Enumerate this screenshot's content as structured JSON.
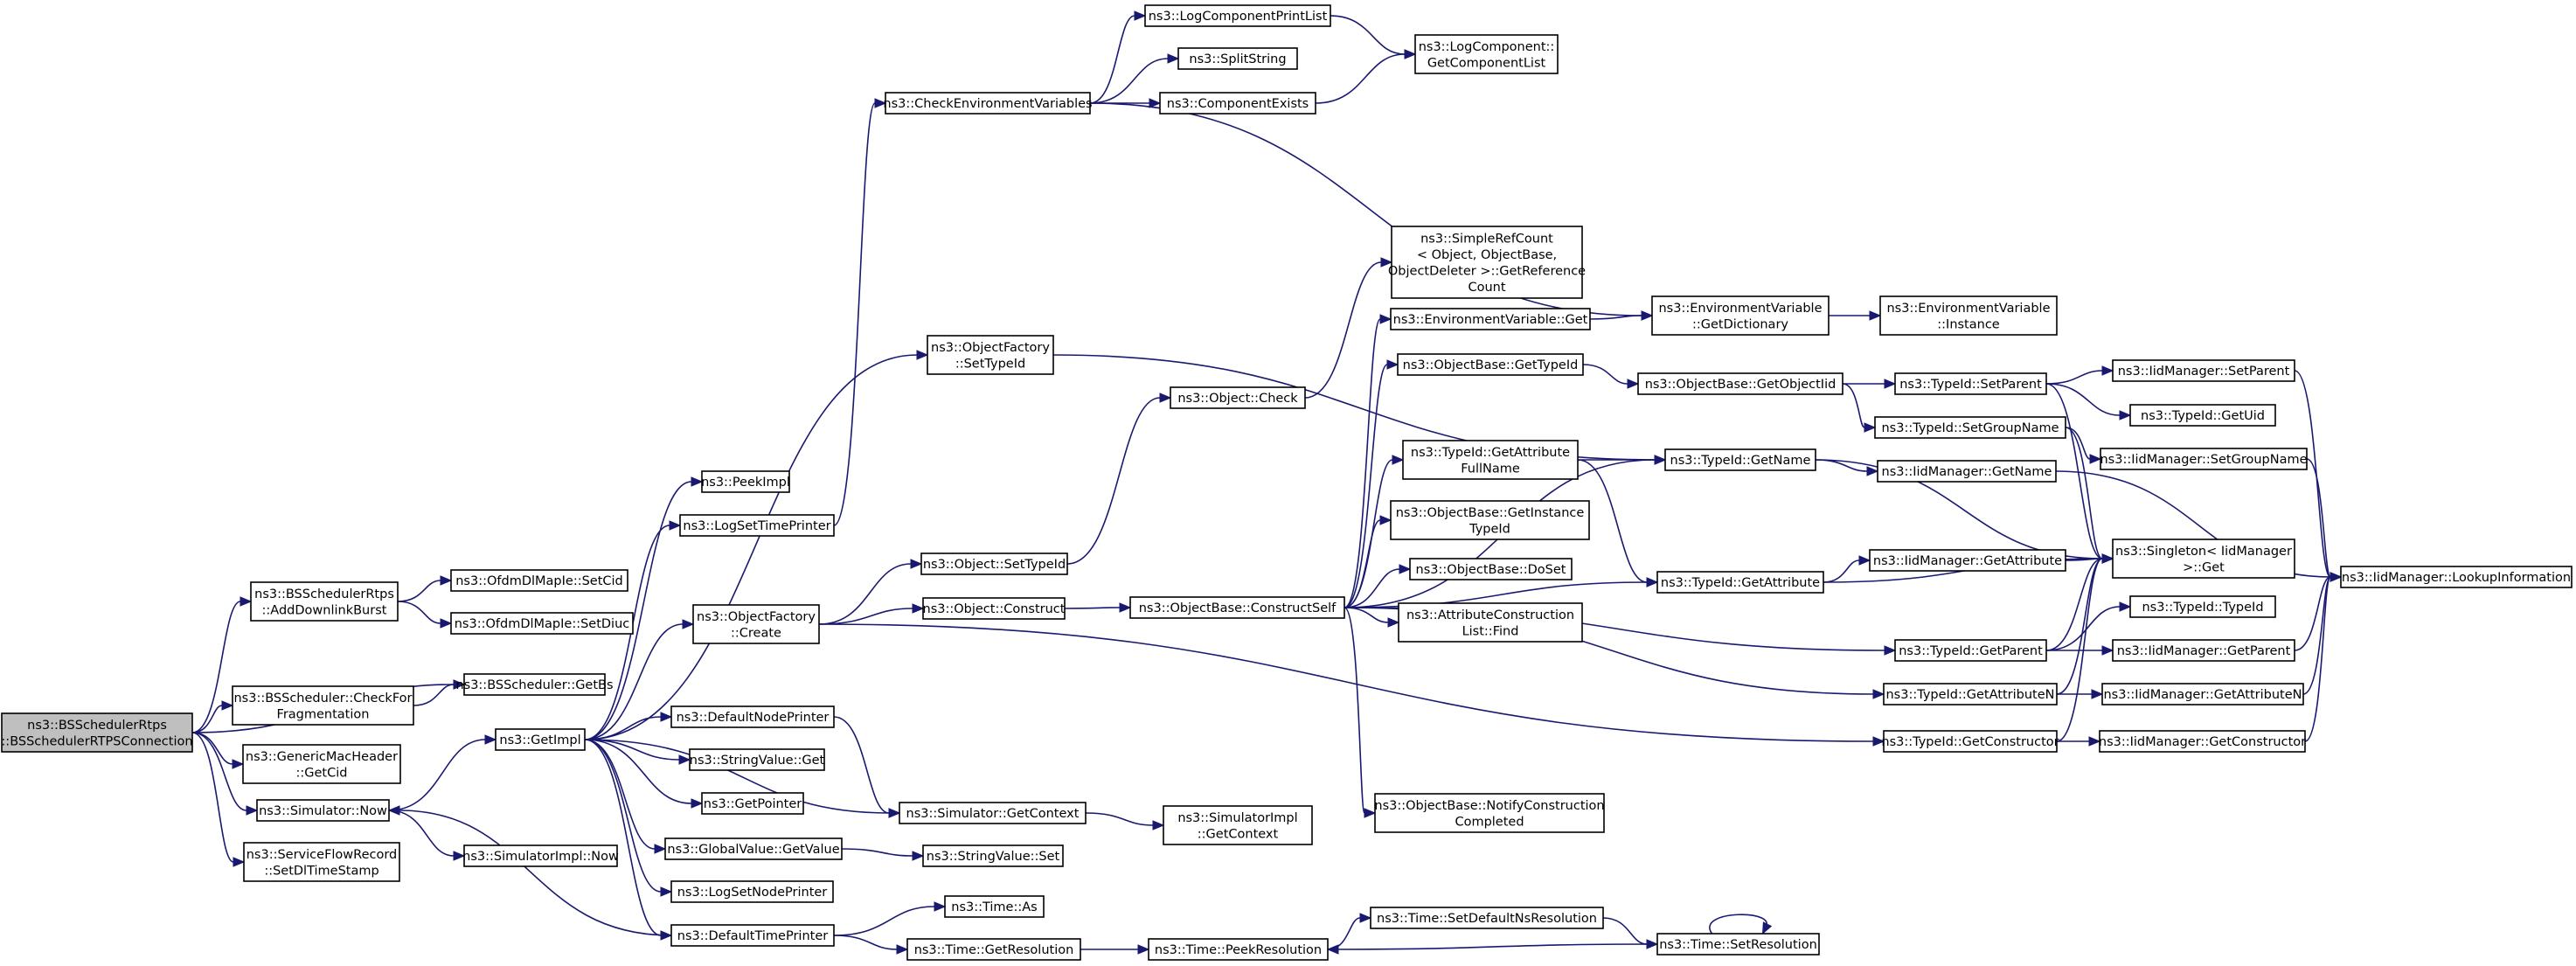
{
  "diagram": {
    "nodes": [
      {
        "id": "root",
        "lines": [
          "ns3::BSSchedulerRtps",
          "::BSSchedulerRTPSConnection"
        ],
        "root": true
      },
      {
        "id": "adl",
        "lines": [
          "ns3::BSSchedulerRtps",
          "::AddDownlinkBurst"
        ]
      },
      {
        "id": "setcid",
        "lines": [
          "ns3::OfdmDlMapIe::SetCid"
        ]
      },
      {
        "id": "setdiuc",
        "lines": [
          "ns3::OfdmDlMapIe::SetDiuc"
        ]
      },
      {
        "id": "getbs",
        "lines": [
          "ns3::BSScheduler::GetBs"
        ]
      },
      {
        "id": "checkfrag",
        "lines": [
          "ns3::BSScheduler::CheckFor",
          "Fragmentation"
        ]
      },
      {
        "id": "gmhgetcid",
        "lines": [
          "ns3::GenericMacHeader",
          "::GetCid"
        ]
      },
      {
        "id": "simnow",
        "lines": [
          "ns3::Simulator::Now"
        ]
      },
      {
        "id": "sfr",
        "lines": [
          "ns3::ServiceFlowRecord",
          "::SetDlTimeStamp"
        ]
      },
      {
        "id": "getimpl",
        "lines": [
          "ns3::GetImpl"
        ]
      },
      {
        "id": "simimplnow",
        "lines": [
          "ns3::SimulatorImpl::Now"
        ]
      },
      {
        "id": "peekimpl",
        "lines": [
          "ns3::PeekImpl"
        ]
      },
      {
        "id": "logsettimeprinter",
        "lines": [
          "ns3::LogSetTimePrinter"
        ]
      },
      {
        "id": "ofcreate",
        "lines": [
          "ns3::ObjectFactory",
          "::Create"
        ]
      },
      {
        "id": "defaultnodeprinter",
        "lines": [
          "ns3::DefaultNodePrinter"
        ]
      },
      {
        "id": "stringvalueget",
        "lines": [
          "ns3::StringValue::Get"
        ]
      },
      {
        "id": "getpointer",
        "lines": [
          "ns3::GetPointer"
        ]
      },
      {
        "id": "globalvalueget",
        "lines": [
          "ns3::GlobalValue::GetValue"
        ]
      },
      {
        "id": "logsetnodeprinter",
        "lines": [
          "ns3::LogSetNodePrinter"
        ]
      },
      {
        "id": "defaulttimeprinter",
        "lines": [
          "ns3::DefaultTimePrinter"
        ]
      },
      {
        "id": "checkenv",
        "lines": [
          "ns3::CheckEnvironmentVariables"
        ]
      },
      {
        "id": "ofsettypeid",
        "lines": [
          "ns3::ObjectFactory",
          "::SetTypeId"
        ]
      },
      {
        "id": "objsettypeid",
        "lines": [
          "ns3::Object::SetTypeId"
        ]
      },
      {
        "id": "objconstruct",
        "lines": [
          "ns3::Object::Construct"
        ]
      },
      {
        "id": "simgetcontext",
        "lines": [
          "ns3::Simulator::GetContext"
        ]
      },
      {
        "id": "stringvalueset",
        "lines": [
          "ns3::StringValue::Set"
        ]
      },
      {
        "id": "timeas",
        "lines": [
          "ns3::Time::As"
        ]
      },
      {
        "id": "timegetres",
        "lines": [
          "ns3::Time::GetResolution"
        ]
      },
      {
        "id": "logcompprintlist",
        "lines": [
          "ns3::LogComponentPrintList"
        ]
      },
      {
        "id": "splitstring",
        "lines": [
          "ns3::SplitString"
        ]
      },
      {
        "id": "compexists",
        "lines": [
          "ns3::ComponentExists"
        ]
      },
      {
        "id": "objcheck",
        "lines": [
          "ns3::Object::Check"
        ]
      },
      {
        "id": "constructself",
        "lines": [
          "ns3::ObjectBase::ConstructSelf"
        ]
      },
      {
        "id": "simimplgetcontext",
        "lines": [
          "ns3::SimulatorImpl",
          "::GetContext"
        ]
      },
      {
        "id": "timepeekres",
        "lines": [
          "ns3::Time::PeekResolution"
        ]
      },
      {
        "id": "logcompgetlist",
        "lines": [
          "ns3::LogComponent::",
          "GetComponentList"
        ]
      },
      {
        "id": "simplerefcount",
        "lines": [
          "ns3::SimpleRefCount",
          "< Object, ObjectBase,",
          " ObjectDeleter >::GetReference",
          "Count"
        ]
      },
      {
        "id": "envvarget",
        "lines": [
          "ns3::EnvironmentVariable::Get"
        ]
      },
      {
        "id": "obgettypeid",
        "lines": [
          "ns3::ObjectBase::GetTypeId"
        ]
      },
      {
        "id": "tidgetattrfullname",
        "lines": [
          "ns3::TypeId::GetAttribute",
          "FullName"
        ]
      },
      {
        "id": "obgetinstancetypeid",
        "lines": [
          "ns3::ObjectBase::GetInstance",
          "TypeId"
        ]
      },
      {
        "id": "obdoset",
        "lines": [
          "ns3::ObjectBase::DoSet"
        ]
      },
      {
        "id": "attrconstructionfind",
        "lines": [
          "ns3::AttributeConstruction",
          "List::Find"
        ]
      },
      {
        "id": "obnotify",
        "lines": [
          "ns3::ObjectBase::NotifyConstruction",
          "Completed"
        ]
      },
      {
        "id": "timesetdefaultns",
        "lines": [
          "ns3::Time::SetDefaultNsResolution"
        ]
      },
      {
        "id": "envvargetdict",
        "lines": [
          "ns3::EnvironmentVariable",
          "::GetDictionary"
        ]
      },
      {
        "id": "obgetobjectiid",
        "lines": [
          "ns3::ObjectBase::GetObjectIid"
        ]
      },
      {
        "id": "tidgetname",
        "lines": [
          "ns3::TypeId::GetName"
        ]
      },
      {
        "id": "tidgetattribute",
        "lines": [
          "ns3::TypeId::GetAttribute"
        ]
      },
      {
        "id": "timesetres",
        "lines": [
          "ns3::Time::SetResolution"
        ]
      },
      {
        "id": "envvarinstance",
        "lines": [
          "ns3::EnvironmentVariable",
          "::Instance"
        ]
      },
      {
        "id": "tidsetparent",
        "lines": [
          "ns3::TypeId::SetParent"
        ]
      },
      {
        "id": "tidsetgroupname",
        "lines": [
          "ns3::TypeId::SetGroupName"
        ]
      },
      {
        "id": "iidgetname",
        "lines": [
          "ns3::IidManager::GetName"
        ]
      },
      {
        "id": "iidgetattribute",
        "lines": [
          "ns3::IidManager::GetAttribute"
        ]
      },
      {
        "id": "tidgetparent",
        "lines": [
          "ns3::TypeId::GetParent"
        ]
      },
      {
        "id": "tidgetattributen",
        "lines": [
          "ns3::TypeId::GetAttributeN"
        ]
      },
      {
        "id": "tidgetconstructor",
        "lines": [
          "ns3::TypeId::GetConstructor"
        ]
      },
      {
        "id": "iidsetparent",
        "lines": [
          "ns3::IidManager::SetParent"
        ]
      },
      {
        "id": "tidgetuid",
        "lines": [
          "ns3::TypeId::GetUid"
        ]
      },
      {
        "id": "iidsetgroupname",
        "lines": [
          "ns3::IidManager::SetGroupName"
        ]
      },
      {
        "id": "singletonget",
        "lines": [
          "ns3::Singleton< IidManager",
          " >::Get"
        ]
      },
      {
        "id": "tidtypeid",
        "lines": [
          "ns3::TypeId::TypeId"
        ]
      },
      {
        "id": "iidgetparent",
        "lines": [
          "ns3::IidManager::GetParent"
        ]
      },
      {
        "id": "iidgetattributen",
        "lines": [
          "ns3::IidManager::GetAttributeN"
        ]
      },
      {
        "id": "iidgetconstructor",
        "lines": [
          "ns3::IidManager::GetConstructor"
        ]
      },
      {
        "id": "iidlookup",
        "lines": [
          "ns3::IidManager::LookupInformation"
        ]
      }
    ]
  }
}
